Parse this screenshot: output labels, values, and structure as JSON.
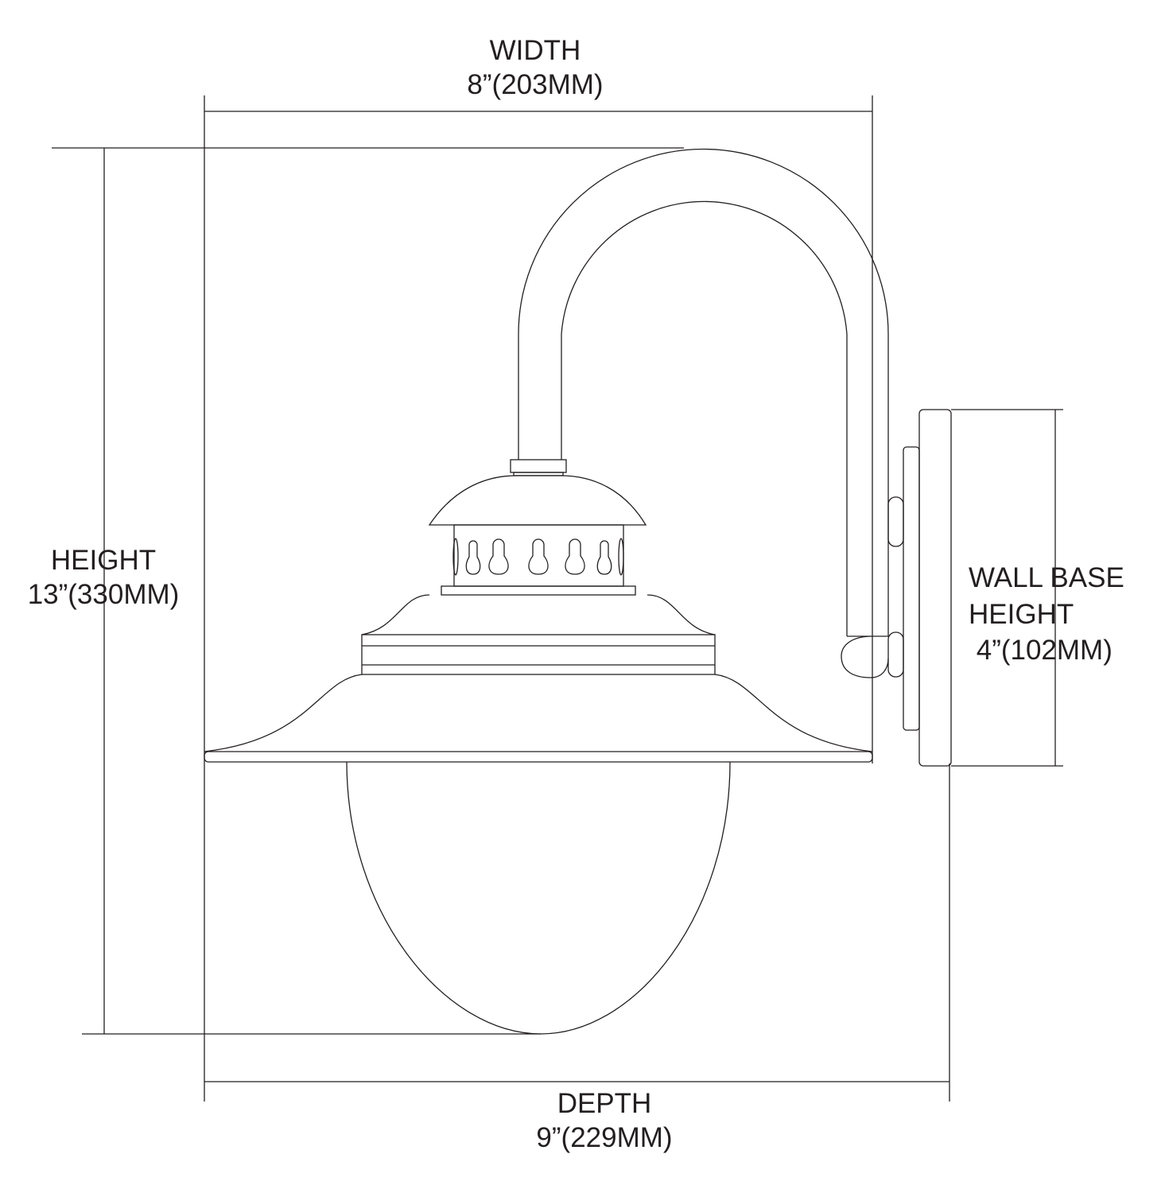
{
  "width": {
    "label": "WIDTH",
    "value": "8”(203MM)"
  },
  "height": {
    "label": "HEIGHT",
    "value": "13”(330MM)"
  },
  "depth": {
    "label": "DEPTH",
    "value": "9”(229MM)"
  },
  "wall_base": {
    "label_line1": "WALL BASE",
    "label_line2": "HEIGHT",
    "value": " 4”(102MM)"
  }
}
